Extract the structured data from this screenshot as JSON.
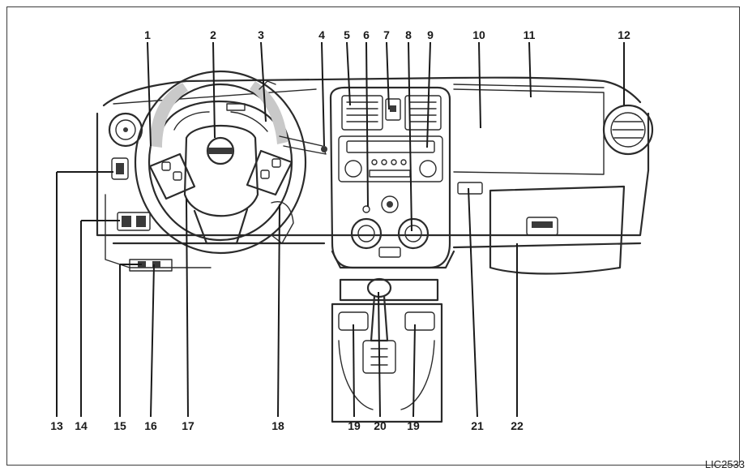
{
  "figure": {
    "code": "LIC2533",
    "callouts": [
      {
        "label": "1"
      },
      {
        "label": "2"
      },
      {
        "label": "3"
      },
      {
        "label": "4"
      },
      {
        "label": "5"
      },
      {
        "label": "6"
      },
      {
        "label": "7"
      },
      {
        "label": "8"
      },
      {
        "label": "9"
      },
      {
        "label": "10"
      },
      {
        "label": "11"
      },
      {
        "label": "12"
      },
      {
        "label": "13"
      },
      {
        "label": "14"
      },
      {
        "label": "15"
      },
      {
        "label": "16"
      },
      {
        "label": "17"
      },
      {
        "label": "18"
      },
      {
        "label": "19"
      },
      {
        "label": "20"
      },
      {
        "label": "19"
      },
      {
        "label": "21"
      },
      {
        "label": "22"
      }
    ]
  }
}
